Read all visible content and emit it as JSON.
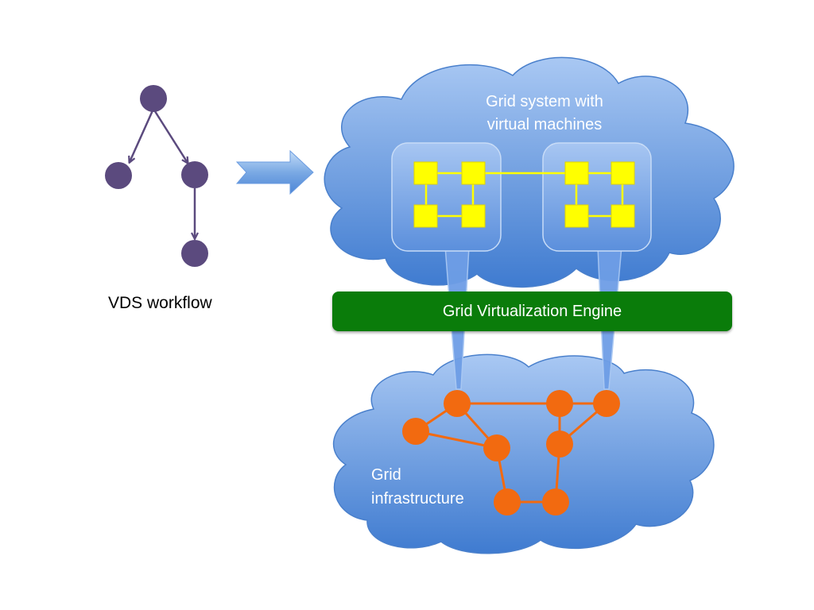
{
  "workflow": {
    "label": "VDS workflow",
    "node_color": "#5b4a7e",
    "edge_color": "#5b4a7e"
  },
  "grid_system": {
    "label_lines": [
      "Grid system with",
      "virtual machines"
    ],
    "cloud_color": "#6e9ee6",
    "vm_node_color": "#ffff00"
  },
  "engine": {
    "label": "Grid Virtualization Engine",
    "color": "#0a7c0a"
  },
  "infrastructure": {
    "label_lines": [
      "Grid",
      "infrastructure"
    ],
    "node_color": "#f26a10"
  },
  "arrow": {
    "icon": "right-arrow-icon",
    "color": "#7aa9e4"
  }
}
